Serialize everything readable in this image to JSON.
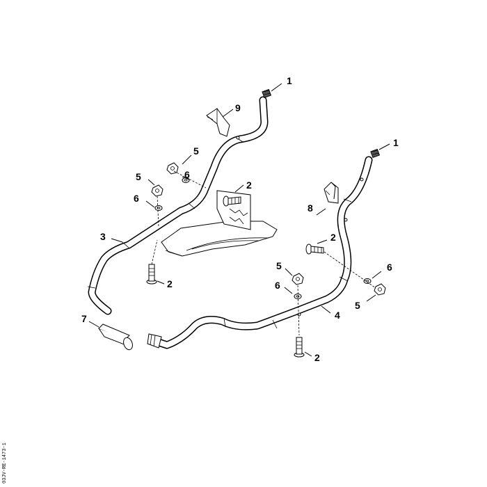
{
  "callouts": {
    "c1a": "1",
    "c1b": "1",
    "c2a": "2",
    "c2b": "2",
    "c2c": "2",
    "c2d": "2",
    "c3": "3",
    "c4": "4",
    "c5a": "5",
    "c5b": "5",
    "c5c": "5",
    "c5d": "5",
    "c6a": "6",
    "c6b": "6",
    "c6c": "6",
    "c6d": "6",
    "c7": "7",
    "c8": "8",
    "c9": "9"
  },
  "reference_code": "03JV-RE-1473-1"
}
